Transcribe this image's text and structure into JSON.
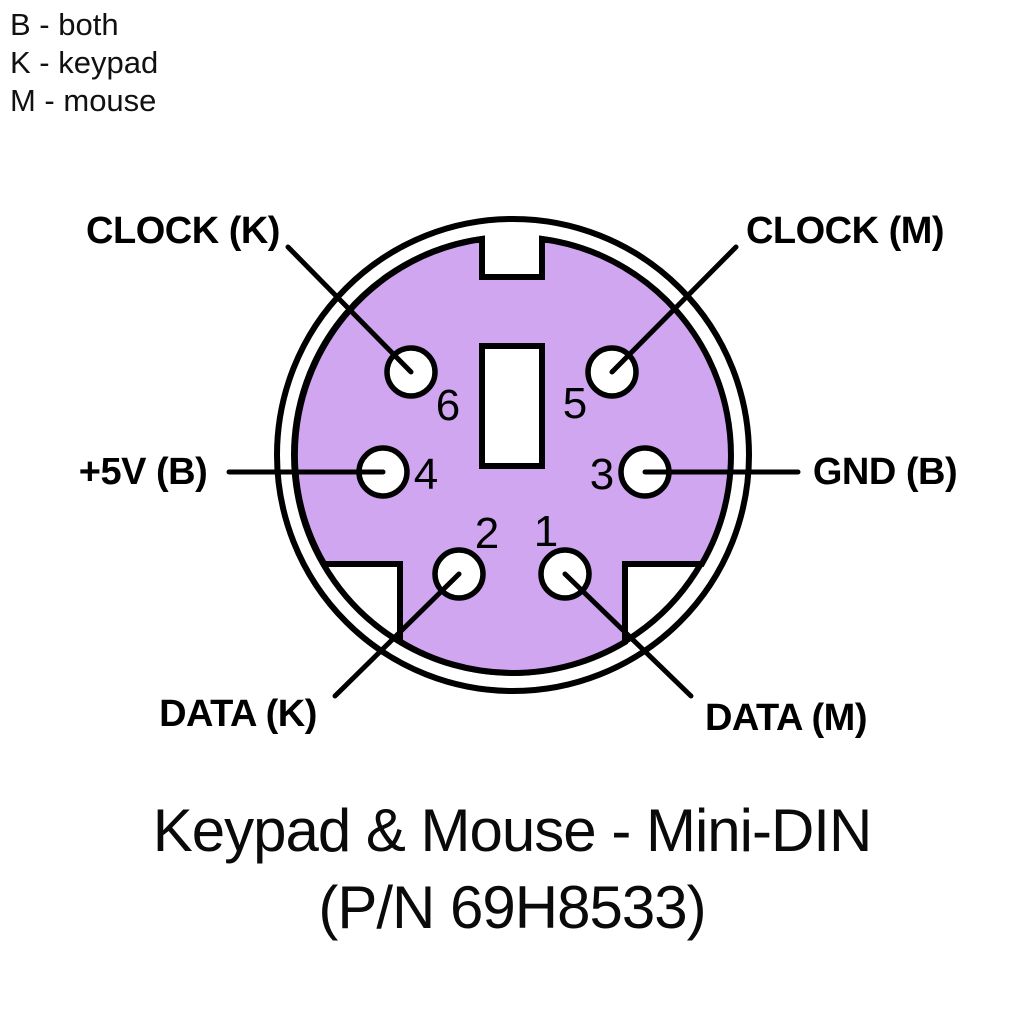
{
  "legend": {
    "items": [
      {
        "code": "B",
        "meaning": "both",
        "text": "B - both"
      },
      {
        "code": "K",
        "meaning": "keypad",
        "text": "K - keypad"
      },
      {
        "code": "M",
        "meaning": "mouse",
        "text": "M - mouse"
      }
    ]
  },
  "connector": {
    "pins": [
      {
        "number": "6",
        "signal": "CLOCK (K)"
      },
      {
        "number": "5",
        "signal": "CLOCK (M)"
      },
      {
        "number": "4",
        "signal": "+5V (B)"
      },
      {
        "number": "3",
        "signal": "GND (B)"
      },
      {
        "number": "2",
        "signal": "DATA (K)"
      },
      {
        "number": "1",
        "signal": "DATA (M)"
      }
    ]
  },
  "title": {
    "line1": "Keypad & Mouse - Mini-DIN",
    "line2": "(P/N 69H8533)"
  },
  "colors": {
    "connector_fill": "#d0a6f1",
    "line": "#000000",
    "background": "#ffffff"
  }
}
